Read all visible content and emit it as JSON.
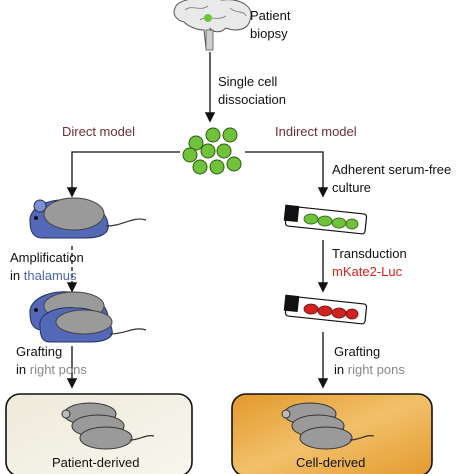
{
  "source": {
    "line1": "Patient",
    "line2": "biopsy"
  },
  "step_dissociation": {
    "line1": "Single cell",
    "line2": "dissociation"
  },
  "models": {
    "direct": "Direct model",
    "indirect": "Indirect model"
  },
  "left_branch": {
    "amplification": "Amplification",
    "amplification_in": "in",
    "amplification_site": "thalamus",
    "grafting": "Grafting",
    "grafting_in": "in",
    "grafting_site": "right pons",
    "result": "Patient-derived"
  },
  "right_branch": {
    "culture_line1": "Adherent serum-free",
    "culture_line2": "culture",
    "transduction": "Transduction",
    "reporter": "mKate2-Luc",
    "grafting": "Grafting",
    "grafting_in": "in",
    "grafting_site": "right pons",
    "result": "Cell-derived"
  },
  "colors": {
    "model_label": "#6b2f3a",
    "thalamus": "#4a68b0",
    "reporter": "#d0231f",
    "pons": "#888888",
    "cell_green": "#6fc23a",
    "mouse_blue": "#5468b8",
    "mouse_grey": "#9a9a9a",
    "left_box": "#f4f1e6",
    "right_box": "#e8a73c"
  }
}
